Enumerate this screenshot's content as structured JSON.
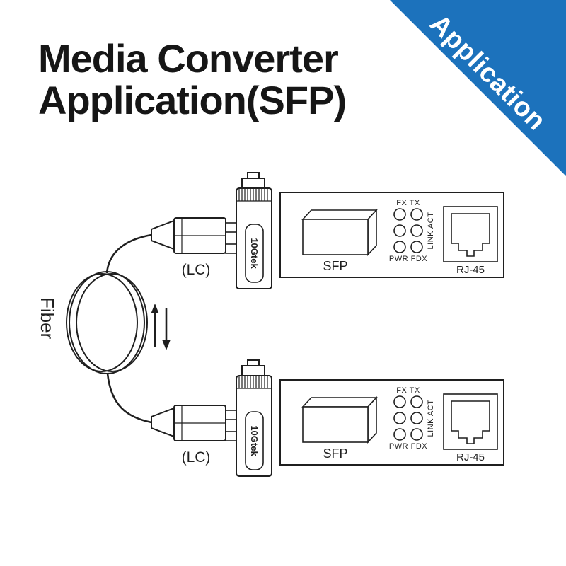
{
  "banner": {
    "label": "Application",
    "color": "#1c72bc"
  },
  "title": {
    "line1": "Media Converter",
    "line2": "Application(SFP)"
  },
  "diagram": {
    "fiber_label": "Fiber",
    "top": {
      "lc_label": "(LC)",
      "sfp_brand": "10Gtek",
      "slot_label": "SFP",
      "led_top": "FX TX",
      "led_bottom": "PWR FDX",
      "led_side": "LINK ACT",
      "port_label": "RJ-45"
    },
    "bottom": {
      "lc_label": "(LC)",
      "sfp_brand": "10Gtek",
      "slot_label": "SFP",
      "led_top": "FX TX",
      "led_bottom": "PWR FDX",
      "led_side": "LINK ACT",
      "port_label": "RJ-45"
    }
  }
}
